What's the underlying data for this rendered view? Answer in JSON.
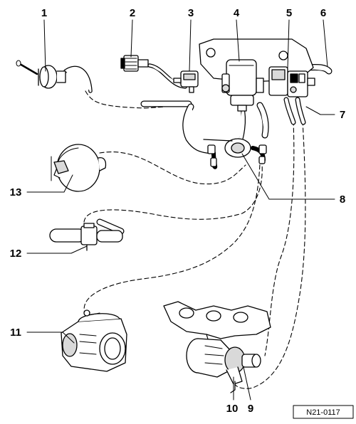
{
  "diagram": {
    "callouts": [
      "1",
      "2",
      "3",
      "4",
      "5",
      "6",
      "7",
      "8",
      "9",
      "10",
      "11",
      "12",
      "13"
    ],
    "reference_code": "N21-0117"
  },
  "colors": {
    "line": "#000000",
    "fill": "#ffffff",
    "shade": "#d9d9d9"
  }
}
